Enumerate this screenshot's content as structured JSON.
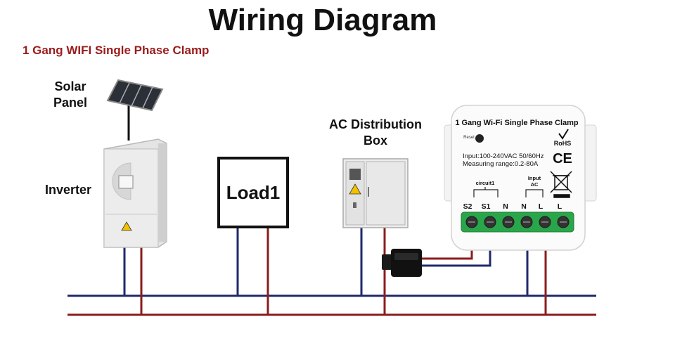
{
  "title": "Wiring Diagram",
  "subtitle": "1 Gang WIFI Single Phase Clamp",
  "labels": {
    "solar_panel": "Solar Panel",
    "inverter": "Inverter",
    "load": "Load1",
    "ac_box": "AC Distribution Box"
  },
  "device": {
    "header": "1 Gang Wi-Fi Single Phase Clamp",
    "reset": "Reset",
    "spec_input": "Input:100-240VAC 50/60Hz",
    "spec_range": "Measuring range:0.2-80A",
    "rohs": "RoHS",
    "ce": "CE",
    "circuit_label": "circuit1",
    "input_label_1": "Input",
    "input_label_2": "AC",
    "terminals": [
      "S2",
      "S1",
      "N",
      "N",
      "L",
      "L"
    ]
  },
  "colors": {
    "neutral_wire": "#1f2a6b",
    "live_wire": "#8b1c1c",
    "subtitle": "#9b1b1b",
    "terminal_green": "#2aa64a"
  }
}
